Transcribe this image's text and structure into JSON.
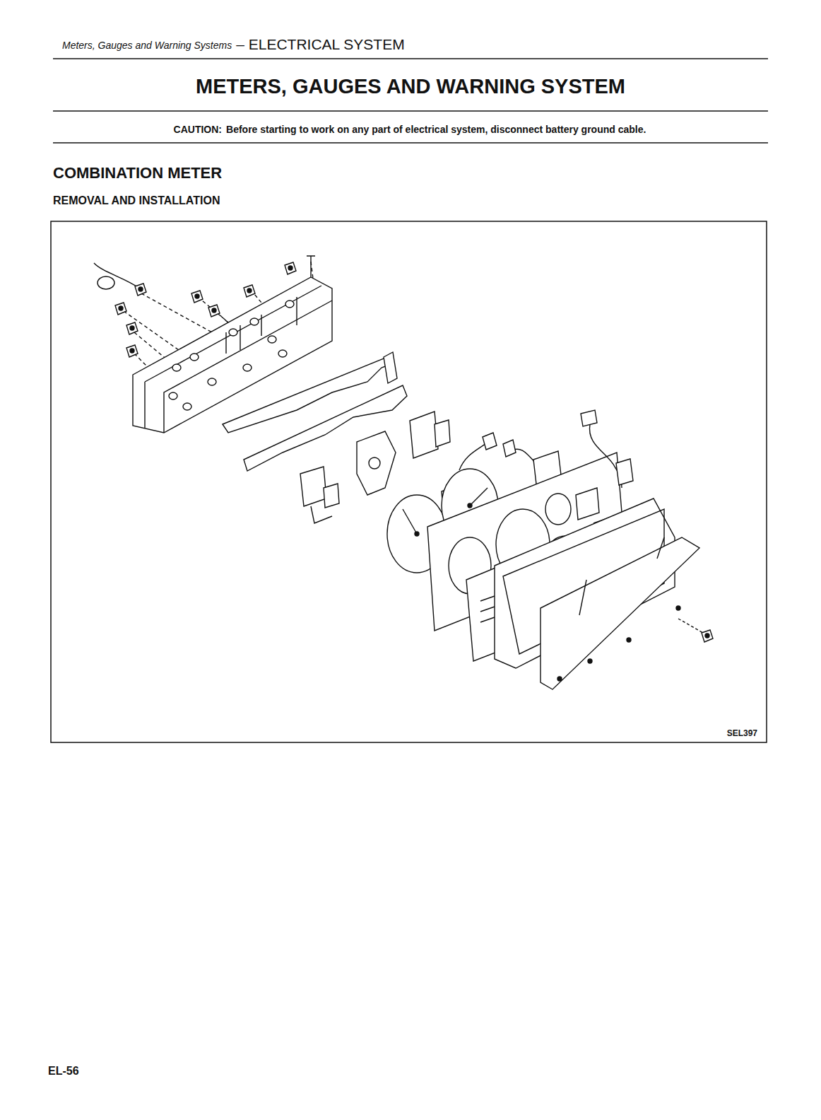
{
  "diagram": {
    "title": "METERS, GAUGES AND WARNING SYSTEM",
    "labels": [
      "Meters, Gauges and Warning Systems",
      "– ELECTRICAL SYSTEM",
      "CAUTION:",
      "Before starting to work on any part of electrical system, disconnect battery ground cable.",
      "COMBINATION METER",
      "REMOVAL AND INSTALLATION",
      "SEL397",
      "EL-56"
    ]
  }
}
